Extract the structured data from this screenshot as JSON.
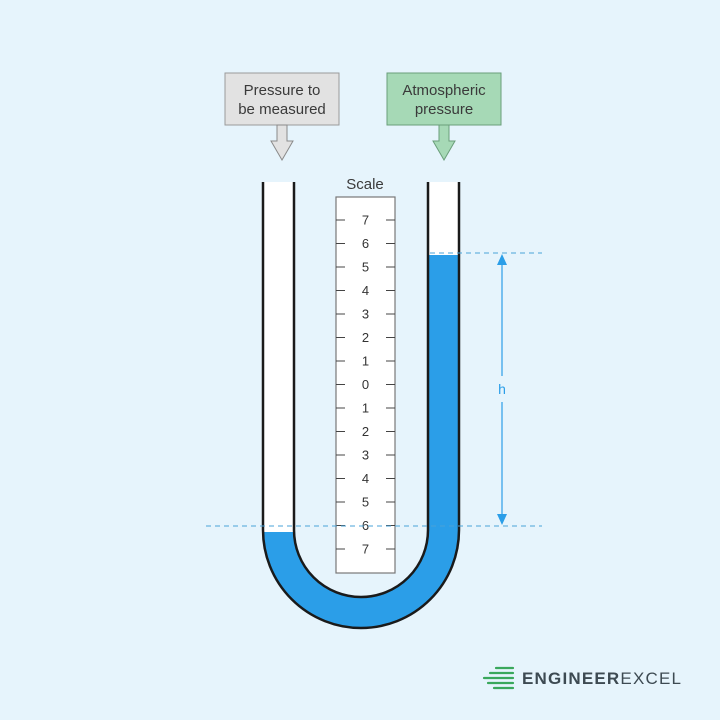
{
  "labels": {
    "pressure_measured_line1": "Pressure to",
    "pressure_measured_line2": "be measured",
    "atmospheric_line1": "Atmospheric",
    "atmospheric_line2": "pressure",
    "scale_title": "Scale",
    "height_symbol": "h"
  },
  "scale": {
    "ticks": [
      "7",
      "6",
      "5",
      "4",
      "3",
      "2",
      "1",
      "0",
      "1",
      "2",
      "3",
      "4",
      "5",
      "6",
      "7"
    ]
  },
  "fluid_levels": {
    "left_leg": "-6",
    "right_leg": "5.5"
  },
  "brand": {
    "part1": "ENGINEER",
    "part2": "EXCEL"
  },
  "colors": {
    "background": "#e6f4fc",
    "fluid": "#2b9ee8",
    "tube_outline": "#1a1a1a",
    "measured_box": "#e2e2e2",
    "atmospheric_box": "#a6d9b6",
    "height_arrow": "#2b9ee8",
    "brand_green": "#3aa85c",
    "brand_dark": "#3d4a52"
  }
}
